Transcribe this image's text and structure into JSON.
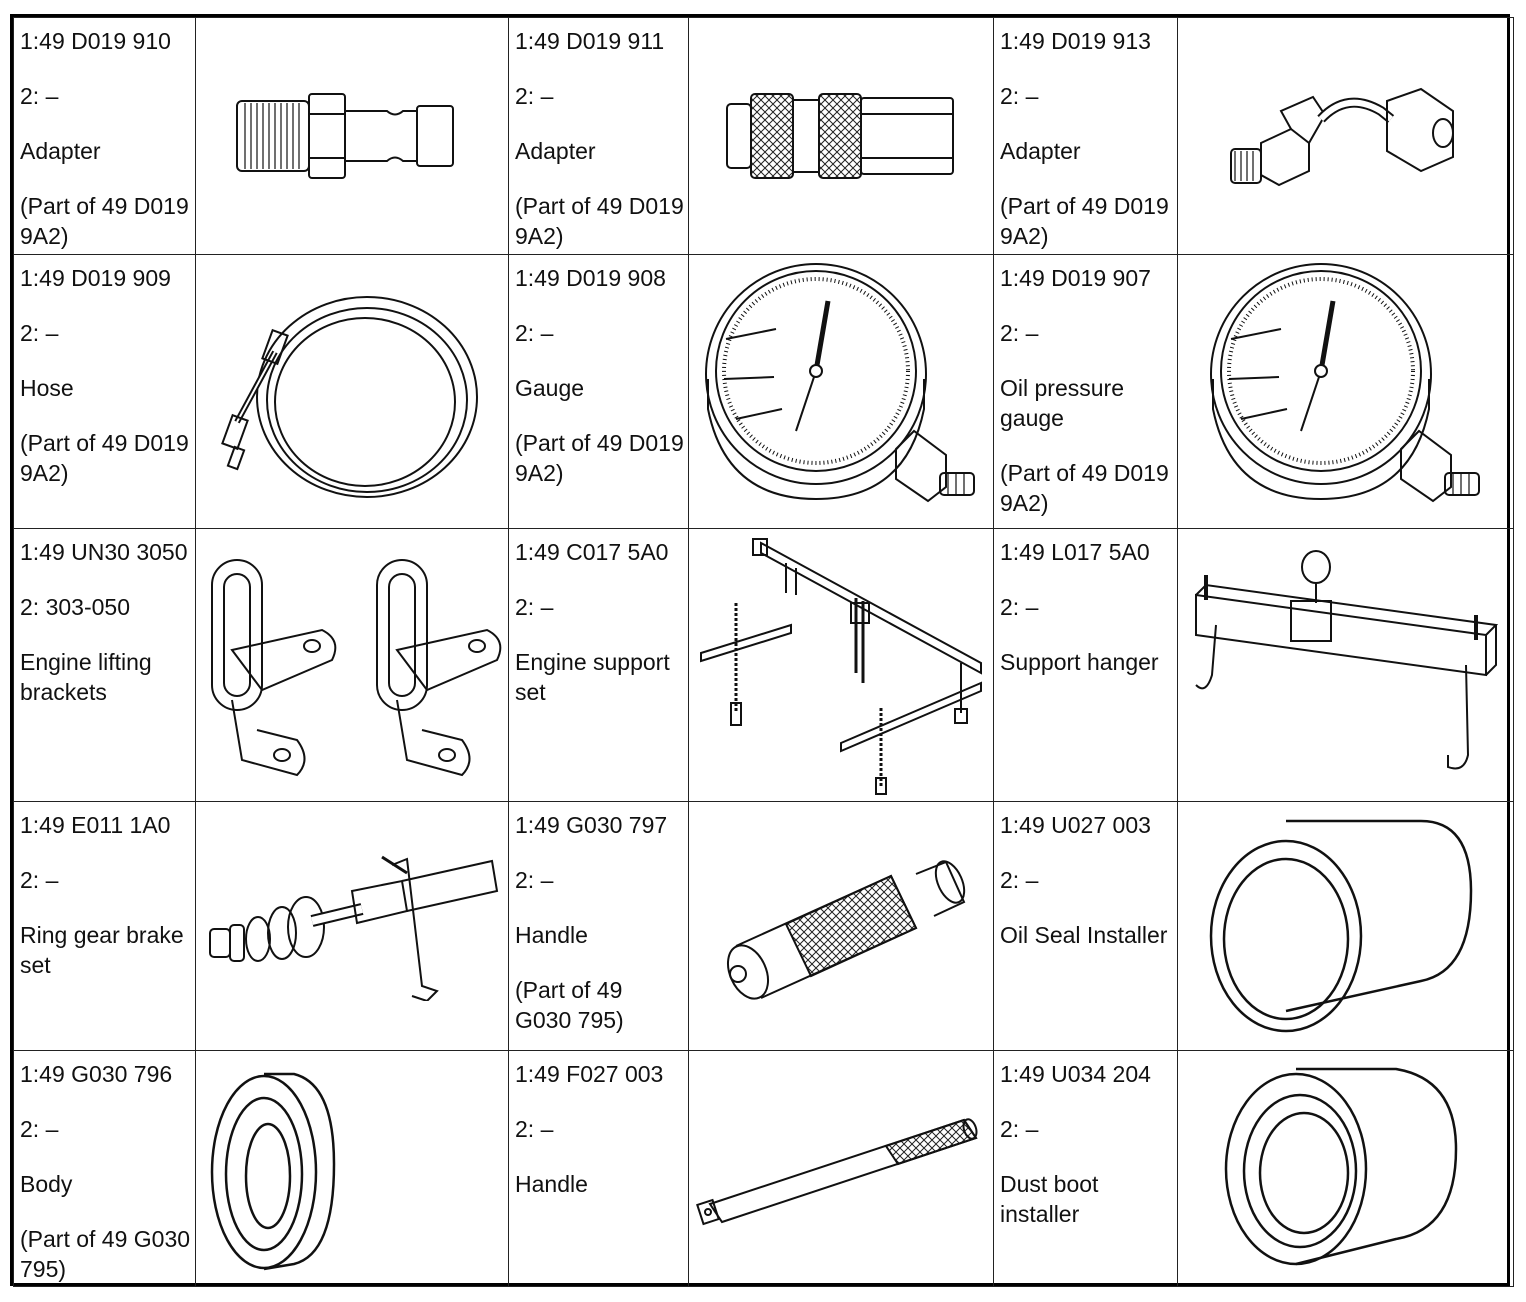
{
  "rows": [
    [
      {
        "code": "1:49 D019 910",
        "alt": "2: –",
        "name": "Adapter",
        "note": "(Part of 49 D019 9A2)",
        "icon": "quick-coupler-plug-icon"
      },
      {
        "code": "1:49 D019 911",
        "alt": "2: –",
        "name": "Adapter",
        "note": "(Part of 49 D019 9A2)",
        "icon": "quick-coupler-socket-icon"
      },
      {
        "code": "1:49 D019 913",
        "alt": "2: –",
        "name": "Adapter",
        "note": "(Part of 49 D019 9A2)",
        "icon": "bent-pipe-adapter-icon"
      }
    ],
    [
      {
        "code": "1:49 D019 909",
        "alt": "2: –",
        "name": "Hose",
        "note": "(Part of 49 D019 9A2)",
        "icon": "coiled-hose-icon"
      },
      {
        "code": "1:49 D019 908",
        "alt": "2: –",
        "name": "Gauge",
        "note": "(Part of 49 D019 9A2)",
        "icon": "pressure-gauge-icon"
      },
      {
        "code": "1:49 D019 907",
        "alt": "2: –",
        "name": "Oil pressure gauge",
        "note": "(Part of 49 D019 9A2)",
        "icon": "oil-pressure-gauge-icon"
      }
    ],
    [
      {
        "code": "1:49 UN30 3050",
        "alt": "2: 303-050",
        "name": "Engine lifting brackets",
        "note": "",
        "icon": "lifting-brackets-icon"
      },
      {
        "code": "1:49 C017 5A0",
        "alt": "2: –",
        "name": "Engine support set",
        "note": "",
        "icon": "engine-support-set-icon"
      },
      {
        "code": "1:49 L017 5A0",
        "alt": "2: –",
        "name": "Support hanger",
        "note": "",
        "icon": "support-hanger-icon"
      }
    ],
    [
      {
        "code": "1:49 E011 1A0",
        "alt": "2: –",
        "name": "Ring gear brake set",
        "note": "",
        "icon": "ring-gear-brake-icon"
      },
      {
        "code": "1:49 G030 797",
        "alt": "2: –",
        "name": "Handle",
        "note": "(Part of 49 G030 795)",
        "icon": "knurled-handle-icon"
      },
      {
        "code": "1:49 U027 003",
        "alt": "2: –",
        "name": "Oil Seal Installer",
        "note": "",
        "icon": "seal-installer-cylinder-icon"
      }
    ],
    [
      {
        "code": "1:49 G030 796",
        "alt": "2: –",
        "name": "Body",
        "note": "(Part of 49 G030 795)",
        "icon": "ring-body-icon"
      },
      {
        "code": "1:49 F027 003",
        "alt": "2: –",
        "name": "Handle",
        "note": "",
        "icon": "long-handle-icon"
      },
      {
        "code": "1:49 U034 204",
        "alt": "2: –",
        "name": "Dust boot installer",
        "note": "",
        "icon": "dust-boot-installer-icon"
      }
    ]
  ]
}
